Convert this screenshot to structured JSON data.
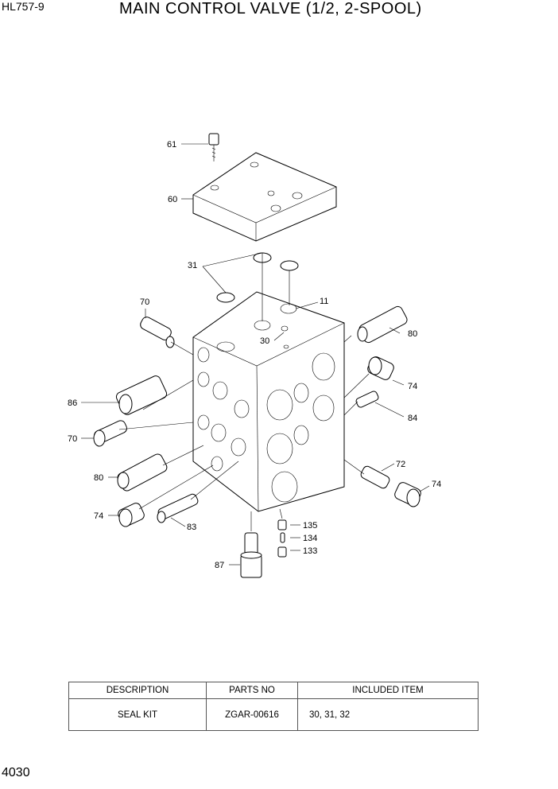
{
  "header": {
    "model": "HL757-9",
    "title": "MAIN CONTROL VALVE (1/2, 2-SPOOL)"
  },
  "callouts": {
    "c61": "61",
    "c60": "60",
    "c31": "31",
    "c70a": "70",
    "c11": "11",
    "c30": "30",
    "c80a": "80",
    "c74a": "74",
    "c84": "84",
    "c86": "86",
    "c70b": "70",
    "c80b": "80",
    "c72": "72",
    "c74b": "74",
    "c74c": "74",
    "c83": "83",
    "c135": "135",
    "c134": "134",
    "c133": "133",
    "c87": "87"
  },
  "kit_table": {
    "headers": [
      "DESCRIPTION",
      "PARTS NO",
      "INCLUDED ITEM"
    ],
    "rows": [
      [
        "SEAL KIT",
        "ZGAR-00616",
        "30, 31, 32"
      ]
    ]
  },
  "footer": {
    "page_number": "4030"
  }
}
